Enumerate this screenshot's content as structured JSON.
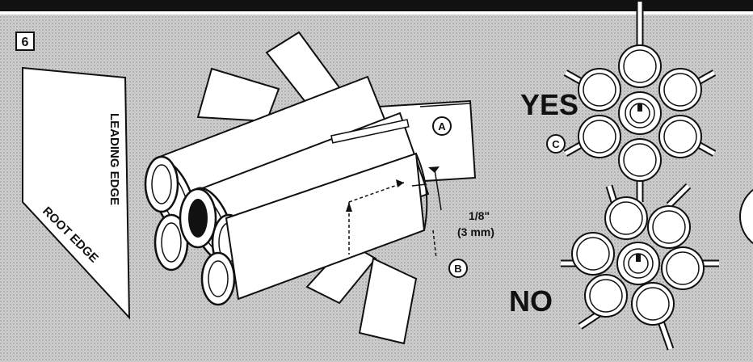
{
  "step_number": "6",
  "fin_template": {
    "leading_edge_label": "LEADING EDGE",
    "root_edge_label": "ROOT EDGE"
  },
  "callouts": {
    "a": "A",
    "b": "B",
    "c": "C"
  },
  "dimension": {
    "imperial": "1/8\"",
    "metric": "(3 mm)"
  },
  "views": {
    "yes_label": "YES",
    "no_label": "NO"
  },
  "colors": {
    "ink": "#111111",
    "halftone": "#c9c9c9",
    "paper": "#ffffff"
  }
}
